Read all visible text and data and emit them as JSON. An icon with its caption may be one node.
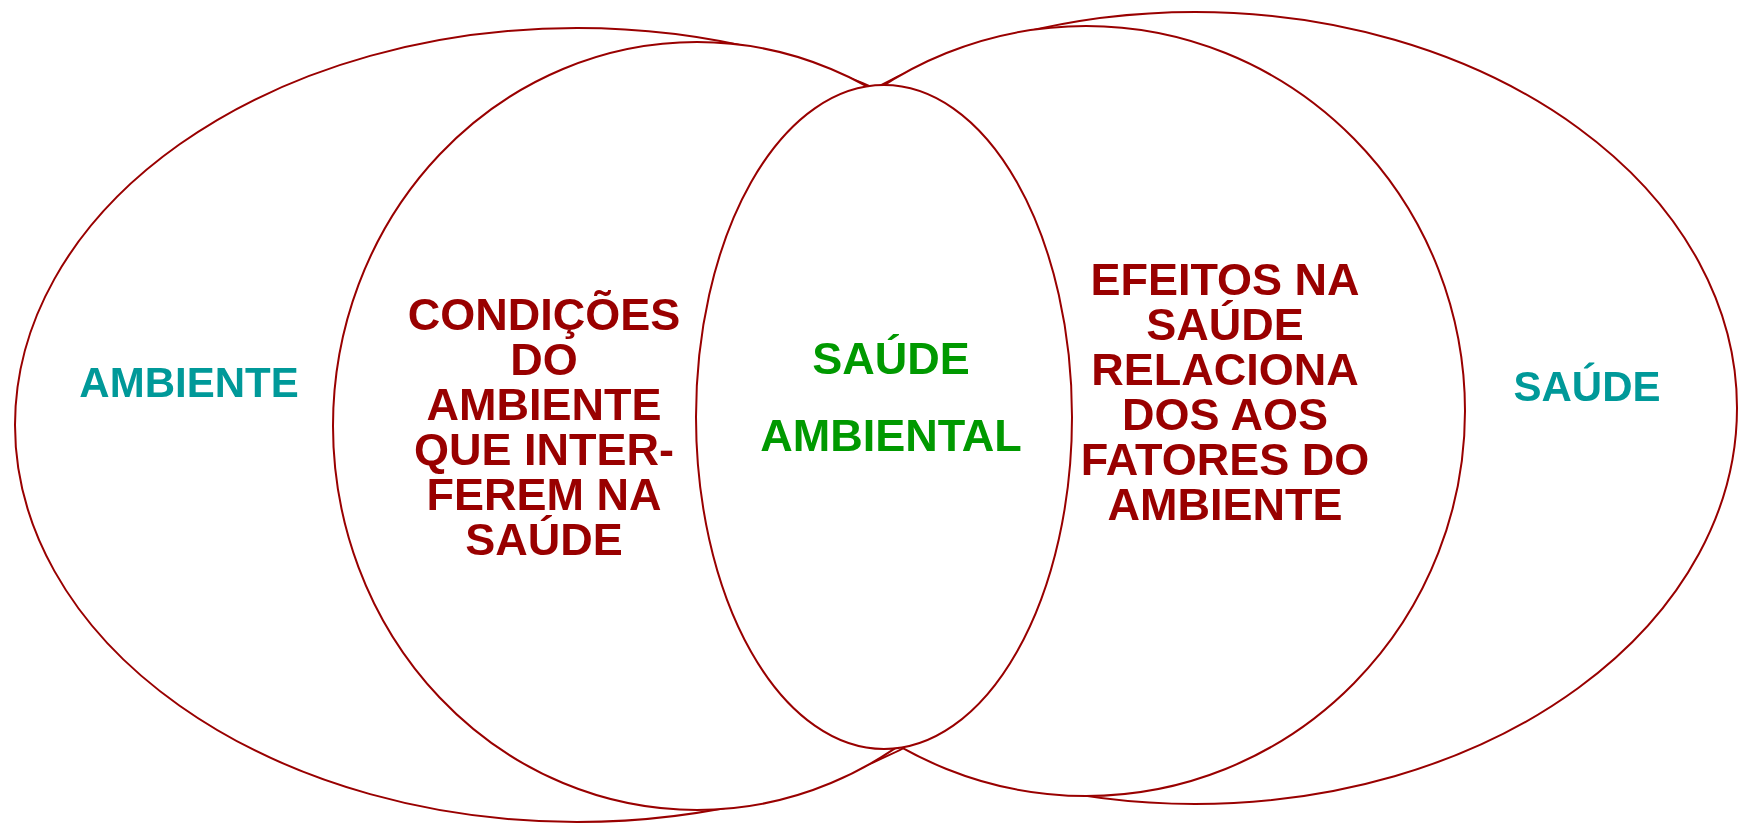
{
  "diagram": {
    "nodes": [
      {
        "text": [
          "AMBIENTE"
        ]
      },
      {
        "text": [
          "CONDIÇÕES DO AMBIENTE QUE INTER-FEREM NA SAÚDE"
        ],
        "in": 0
      },
      {
        "text": [
          "SAÚDE AMBIENTAL"
        ]
      },
      {
        "text": [
          "EFEITOS NA SAÚDE RELACIONA DOS AOS FATORES DO AMBIENTE"
        ],
        "in": 4
      },
      {
        "text": [
          "SAÚDE"
        ]
      }
    ]
  }
}
